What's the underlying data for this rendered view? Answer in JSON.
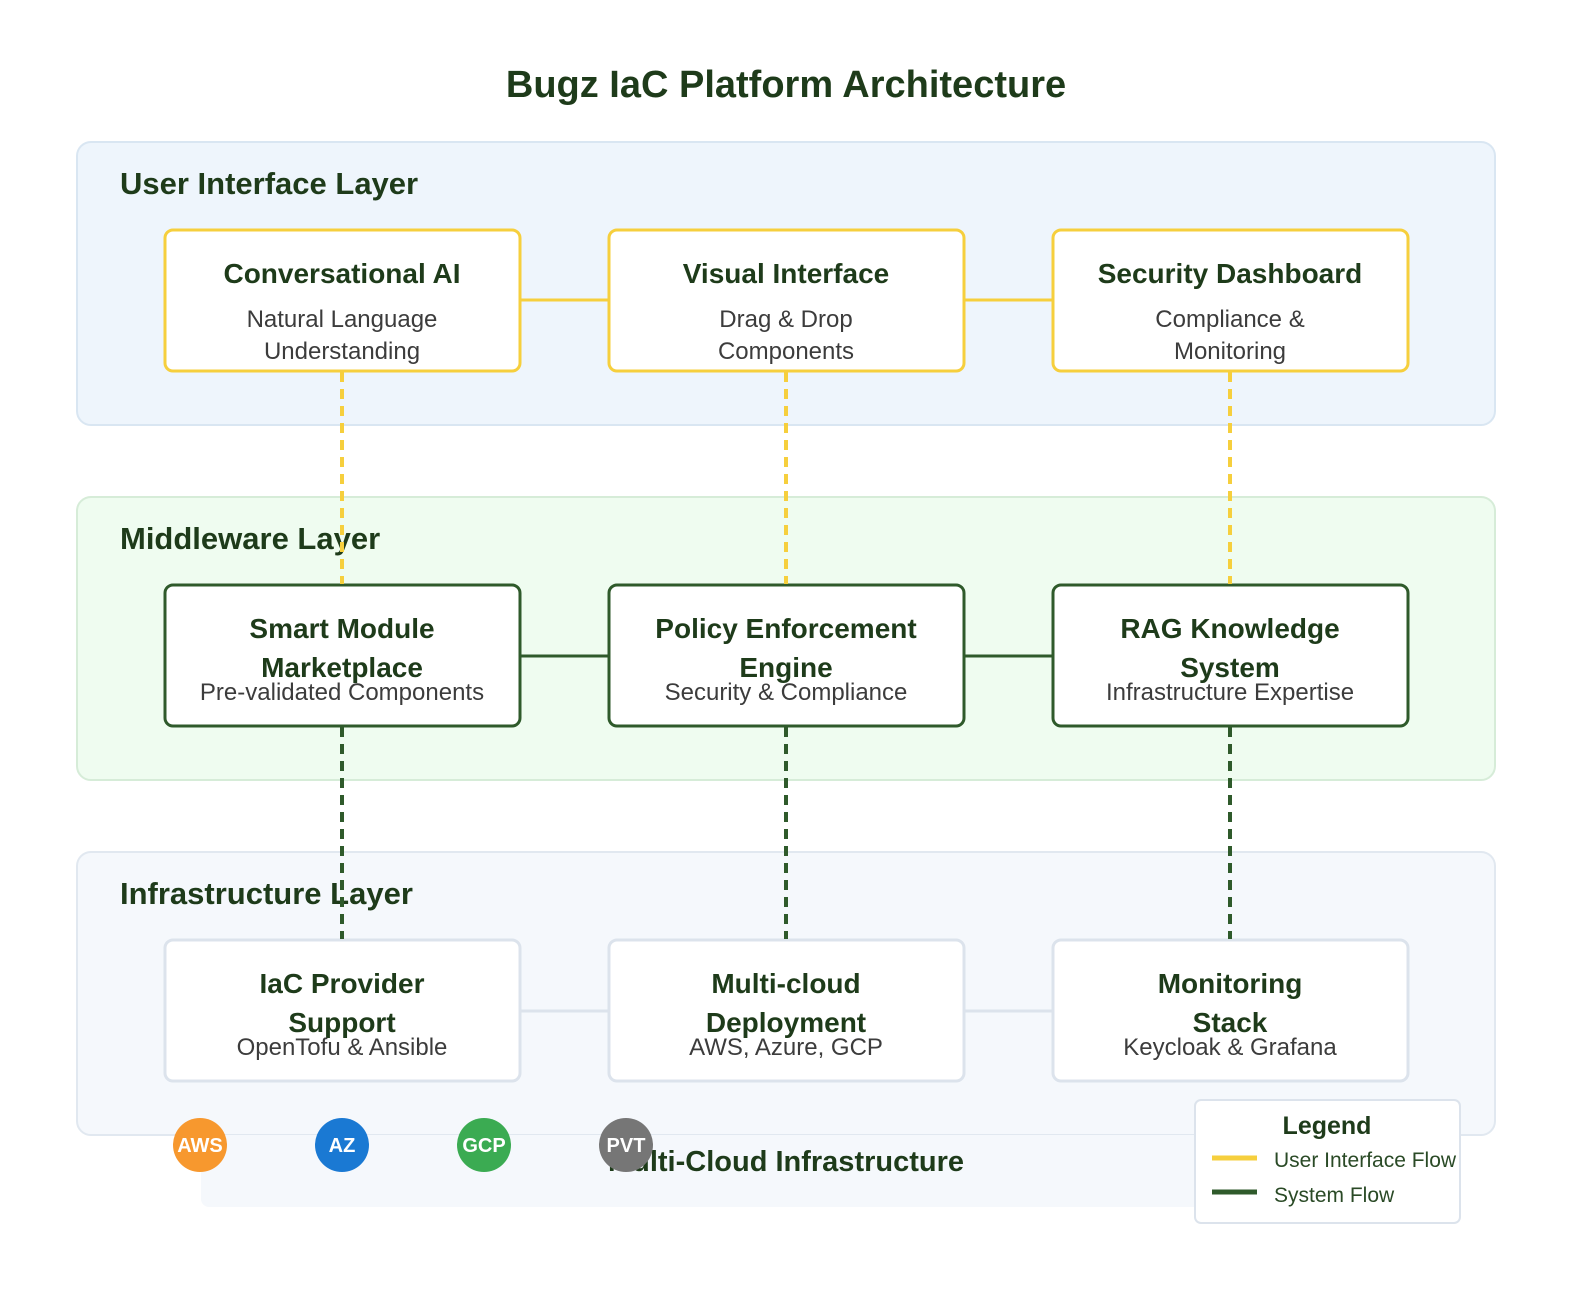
{
  "title": "Bugz IaC Platform Architecture",
  "colors": {
    "ui_layer_bg": "#eef5fc",
    "middleware_layer_bg": "#effcf0",
    "infra_layer_bg": "#f5f8fc",
    "ui_box_border": "#f6cf3d",
    "system_box_border": "#2f5a2b",
    "infra_box_border": "#dce3ec",
    "ui_flow": "#f6cf3d",
    "system_flow": "#2f5a2b",
    "text_dark": "#1e3b1a"
  },
  "layers": [
    {
      "title": "User Interface Layer",
      "boxes": [
        {
          "title": [
            "Conversational AI"
          ],
          "subtitle": [
            "Natural Language",
            "Understanding"
          ]
        },
        {
          "title": [
            "Visual Interface"
          ],
          "subtitle": [
            "Drag & Drop",
            "Components"
          ]
        },
        {
          "title": [
            "Security Dashboard"
          ],
          "subtitle": [
            "Compliance &",
            "Monitoring"
          ]
        }
      ]
    },
    {
      "title": "Middleware Layer",
      "boxes": [
        {
          "title": [
            "Smart Module",
            "Marketplace"
          ],
          "subtitle": [
            "Pre-validated Components"
          ]
        },
        {
          "title": [
            "Policy Enforcement",
            "Engine"
          ],
          "subtitle": [
            "Security & Compliance"
          ]
        },
        {
          "title": [
            "RAG Knowledge",
            "System"
          ],
          "subtitle": [
            "Infrastructure Expertise"
          ]
        }
      ]
    },
    {
      "title": "Infrastructure Layer",
      "boxes": [
        {
          "title": [
            "IaC Provider",
            "Support"
          ],
          "subtitle": [
            "OpenTofu & Ansible"
          ]
        },
        {
          "title": [
            "Multi-cloud",
            "Deployment"
          ],
          "subtitle": [
            "AWS, Azure, GCP"
          ]
        },
        {
          "title": [
            "Monitoring",
            "Stack"
          ],
          "subtitle": [
            "Keycloak & Grafana"
          ]
        }
      ]
    }
  ],
  "cloud_badges": [
    {
      "label": "AWS",
      "color": "#f7982e"
    },
    {
      "label": "AZ",
      "color": "#1a79d3"
    },
    {
      "label": "GCP",
      "color": "#3bab52"
    },
    {
      "label": "PVT",
      "color": "#767676"
    }
  ],
  "cloud_label": "Multi-Cloud Infrastructure",
  "legend": {
    "title": "Legend",
    "items": [
      {
        "label": "User Interface Flow",
        "color": "#f6cf3d"
      },
      {
        "label": "System Flow",
        "color": "#2f5a2b"
      }
    ]
  }
}
